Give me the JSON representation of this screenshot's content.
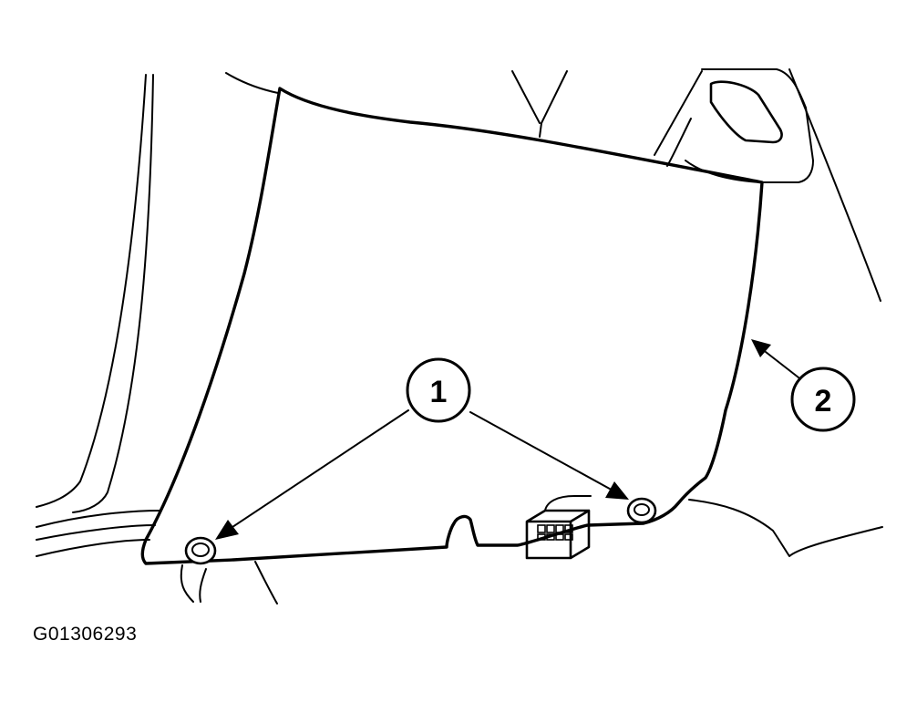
{
  "callouts": [
    {
      "id": "1",
      "label": "1"
    },
    {
      "id": "2",
      "label": "2"
    }
  ],
  "figure_code": "G01306293",
  "colors": {
    "line": "#000000",
    "background": "#ffffff"
  }
}
